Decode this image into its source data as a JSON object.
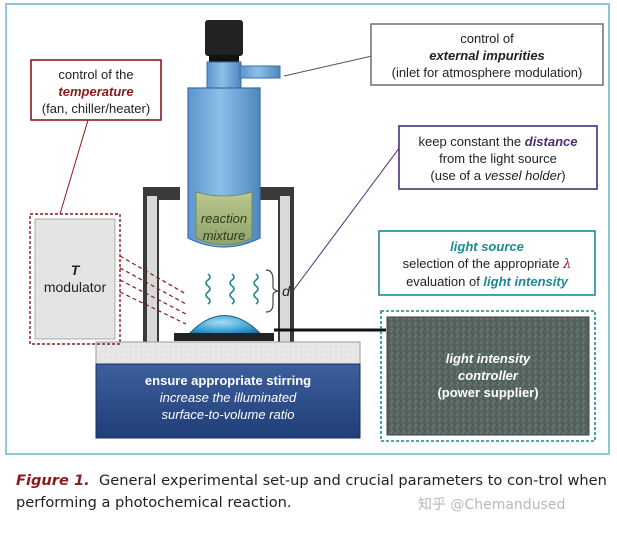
{
  "colors": {
    "frame_border": "#8fc6d8",
    "temperature": "#8b1a1a",
    "impurities": "#555555",
    "distance": "#4b2c7a",
    "light": "#1b8a94",
    "stirring": "#ffffff",
    "flask": "#6fa8dc",
    "holder": "#3a3a3a"
  },
  "labels": {
    "temperature": {
      "line1": "control of the",
      "line2": "temperature",
      "line3": "(fan, chiller/heater)"
    },
    "impurities": {
      "line1": "control of",
      "line2": "external impurities",
      "line3": "(inlet for atmosphere modulation)"
    },
    "distance": {
      "line1_pre": "keep constant the ",
      "line1_em": "distance",
      "line2": "from the light source",
      "line3_pre": "(use of a ",
      "line3_em": "vessel holder",
      "line3_post": ")"
    },
    "light": {
      "line1": "light source",
      "line2_pre": "selection of the appropriate ",
      "line2_em": "λ",
      "line3_pre": "evaluation of ",
      "line3_em": "light intensity"
    },
    "modulator": {
      "line1": "T",
      "line2": "modulator"
    },
    "reaction": {
      "line1": "reaction",
      "line2": "mixture"
    },
    "distance_symbol": "d",
    "stirring": {
      "line1": "ensure appropriate stirring",
      "line2": "increase the illuminated",
      "line3": "surface-to-volume ratio"
    },
    "controller": {
      "line1": "light intensity",
      "line2": "controller",
      "line3": "(power supplier)"
    }
  },
  "caption": {
    "label": "Figure 1.",
    "text": "General experimental set-up and crucial parameters to con-trol when performing a photochemical reaction."
  },
  "watermark": "知乎 @Chemandused"
}
